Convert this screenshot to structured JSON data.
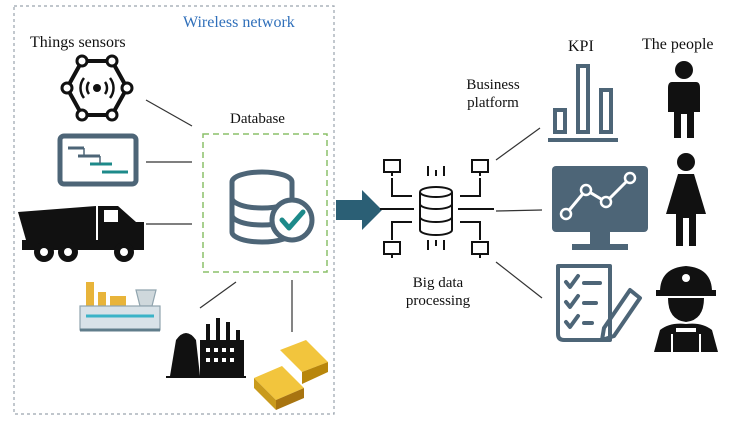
{
  "labels": {
    "wireless_network": "Wireless network",
    "things_sensors": "Things sensors",
    "database": "Database",
    "business_platform_line1": "Business",
    "business_platform_line2": "platform",
    "big_data_line1": "Big data",
    "big_data_line2": "processing",
    "kpi": "KPI",
    "the_people": "The people"
  },
  "colors": {
    "wireless_title": "#2f6fba",
    "dashed_border": "#9aa3ad",
    "db_box_border": "#8cc06a",
    "slate": "#4d6577",
    "teal_accent": "#1d8a8a",
    "arrow": "#2b5f75",
    "dark": "#1a1a1a",
    "gold": "#d9a520"
  },
  "icons": [
    "iot-network-icon",
    "gantt-monitor-icon",
    "dump-truck-icon",
    "factory-icon",
    "power-plant-icon",
    "gold-bars-icon",
    "database-check-icon",
    "big-data-icon",
    "bar-chart-icon",
    "line-chart-monitor-icon",
    "checklist-icon",
    "man-icon",
    "woman-icon",
    "worker-icon"
  ]
}
